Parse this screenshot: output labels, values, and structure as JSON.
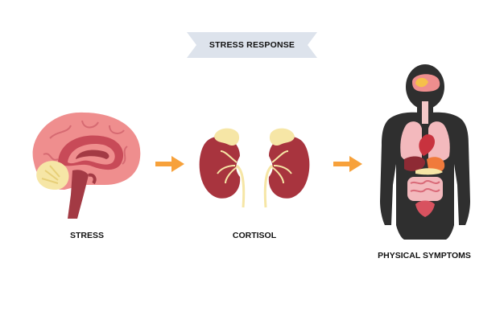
{
  "title": "STRESS RESPONSE",
  "stages": [
    {
      "label": "STRESS",
      "icon": "brain-icon"
    },
    {
      "label": "CORTISOL",
      "icon": "kidneys-adrenal-icon"
    },
    {
      "label": "PHYSICAL SYMPTOMS",
      "icon": "human-body-organs-icon"
    }
  ],
  "colors": {
    "banner": "#DDE3EC",
    "arrow": "#F7A13B",
    "brain": "#EF8E8E",
    "brain_dark": "#A33A44",
    "kidney": "#A8343E",
    "adrenal": "#F6E6A6",
    "body": "#2F2F2F"
  }
}
